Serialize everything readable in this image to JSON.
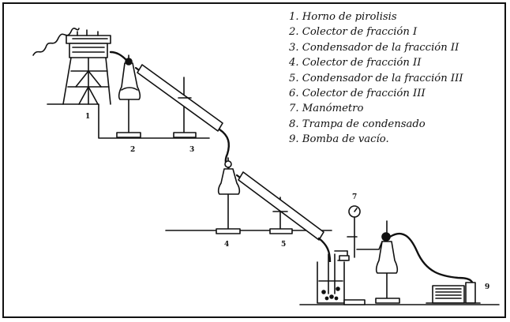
{
  "legend": [
    "1.  Horno de pirolisis",
    "2.  Colector de fracción I",
    "3.  Condensador de la  fracción II",
    "4.  Colector de fracción II",
    "5.  Condensador de la  fracción III",
    "6.  Colector de fracción III",
    "7.  Manómetro",
    "8. Trampa de condensado",
    "9. Bomba de vacío."
  ],
  "numbers": {
    "n1": "1",
    "n2": "2",
    "n3": "3",
    "n4": "4",
    "n5": "5",
    "n7": "7",
    "n9": "9"
  }
}
